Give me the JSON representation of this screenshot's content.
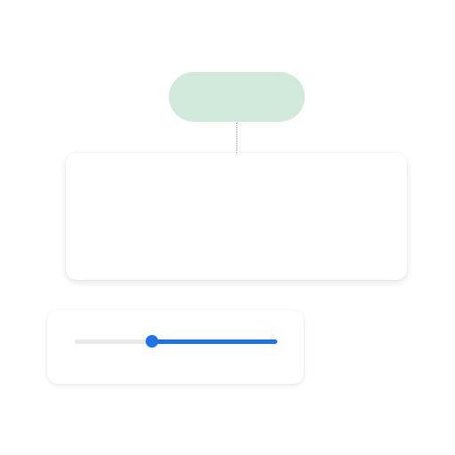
{
  "colors": {
    "tooltip_fill": "#d1eadb",
    "accent": "#1a73e8",
    "track": "#e8e9ed",
    "card": "#ffffff"
  },
  "tooltip": {
    "label": ""
  },
  "slider": {
    "min": 0,
    "max": 1,
    "value": 0.38
  }
}
